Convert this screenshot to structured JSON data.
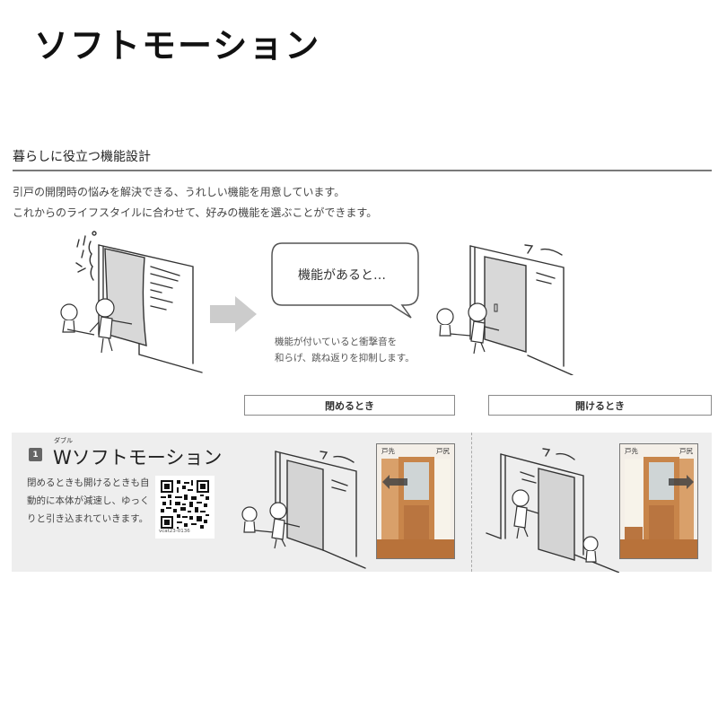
{
  "page": {
    "title": "ソフトモーション"
  },
  "section": {
    "heading": "暮らしに役立つ機能設計",
    "intro": [
      "引戸の開閉時の悩みを解決できる、うれしい機能を用意しています。",
      "これからのライフスタイルに合わせて、好みの機能を選ぶことができます。"
    ]
  },
  "comparison": {
    "bubble_text": "機能があると…",
    "caption": [
      "機能が付いていると衝撃音を",
      "和らげ、跳ね返りを抑制します。"
    ],
    "sound_effect": "ス"
  },
  "modes": {
    "closing_label": "閉めるとき",
    "opening_label": "開けるとき"
  },
  "feature": {
    "number": "1",
    "ruby": "ダブル",
    "title": "Wソフトモーション",
    "description": [
      "閉めるときも開けるときも自",
      "動的に本体が減速し、ゆっく",
      "りと引き込まれていきます。"
    ],
    "qr_caption": "vcat23-0136",
    "photo_labels": {
      "door_tip": "戸先",
      "door_back": "戸尻"
    }
  },
  "colors": {
    "panel_bg": "#eeeeee",
    "wood": "#c8854a",
    "floor": "#b8723a",
    "arrow_gray": "#cccccc",
    "door_gray": "#d9d9d9"
  }
}
